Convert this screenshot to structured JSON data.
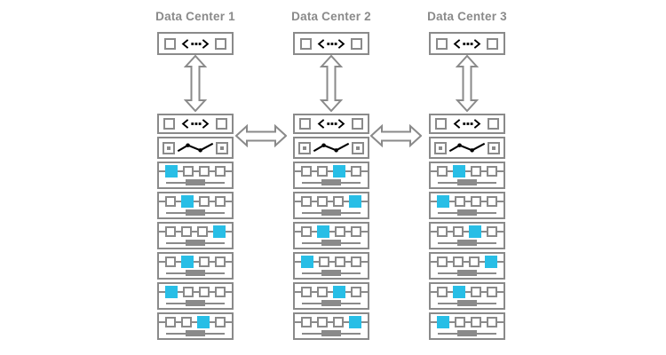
{
  "page": {
    "background": "#ffffff"
  },
  "diagram": {
    "type": "data-center-network-topology",
    "colors": {
      "outline_gray": "#8a8a8a",
      "accent_cyan": "#28bee6",
      "box_fill": "#ffffff"
    },
    "horizontal_links": [
      {
        "from": "Data Center 1",
        "to": "Data Center 2",
        "style": "bidirectional-outline-arrow"
      },
      {
        "from": "Data Center 2",
        "to": "Data Center 3",
        "style": "bidirectional-outline-arrow"
      }
    ],
    "data_centers": [
      {
        "label": "Data Center 1",
        "top_device": {
          "icon": "code-brackets-dots",
          "type": "edge-router"
        },
        "uplink": "bidirectional-outline-arrow",
        "rack": {
          "switch_row": {
            "icon": "code-brackets-dots"
          },
          "monitor_row": {
            "icon": "activity-sparkline"
          },
          "server_units": [
            {
              "slots": 4,
              "active_slot": 1
            },
            {
              "slots": 4,
              "active_slot": 2
            },
            {
              "slots": 4,
              "active_slot": 4
            },
            {
              "slots": 4,
              "active_slot": 2
            },
            {
              "slots": 4,
              "active_slot": 1
            },
            {
              "slots": 4,
              "active_slot": 3
            }
          ]
        }
      },
      {
        "label": "Data Center 2",
        "top_device": {
          "icon": "code-brackets-dots",
          "type": "edge-router"
        },
        "uplink": "bidirectional-outline-arrow",
        "rack": {
          "switch_row": {
            "icon": "code-brackets-dots"
          },
          "monitor_row": {
            "icon": "activity-sparkline"
          },
          "server_units": [
            {
              "slots": 4,
              "active_slot": 3
            },
            {
              "slots": 4,
              "active_slot": 4
            },
            {
              "slots": 4,
              "active_slot": 2
            },
            {
              "slots": 4,
              "active_slot": 1
            },
            {
              "slots": 4,
              "active_slot": 3
            },
            {
              "slots": 4,
              "active_slot": 4
            }
          ]
        }
      },
      {
        "label": "Data Center 3",
        "top_device": {
          "icon": "code-brackets-dots",
          "type": "edge-router"
        },
        "uplink": "bidirectional-outline-arrow",
        "rack": {
          "switch_row": {
            "icon": "code-brackets-dots"
          },
          "monitor_row": {
            "icon": "activity-sparkline"
          },
          "server_units": [
            {
              "slots": 4,
              "active_slot": 2
            },
            {
              "slots": 4,
              "active_slot": 1
            },
            {
              "slots": 4,
              "active_slot": 3
            },
            {
              "slots": 4,
              "active_slot": 4
            },
            {
              "slots": 4,
              "active_slot": 2
            },
            {
              "slots": 4,
              "active_slot": 1
            }
          ]
        }
      }
    ]
  }
}
